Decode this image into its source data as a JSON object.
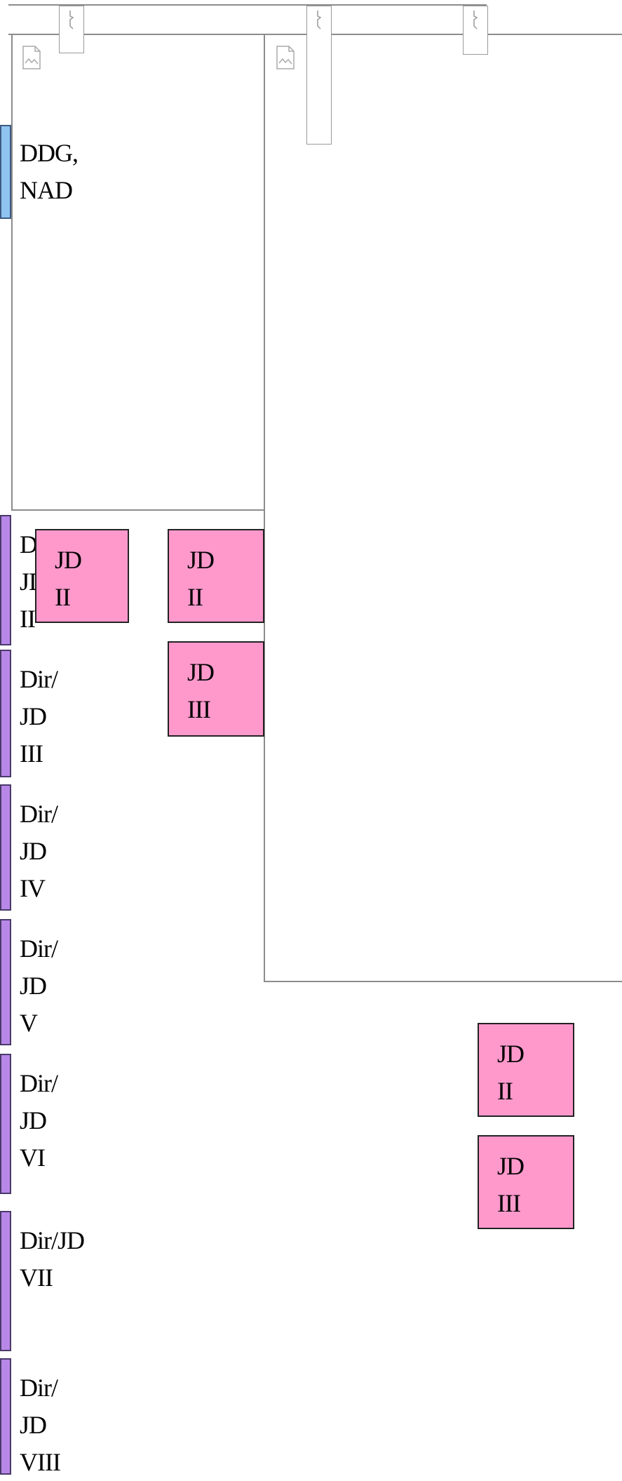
{
  "nodes": {
    "top": "DDG,\nNAD",
    "dir_jd_ii": "Dir/\nJD\nII",
    "dir_jd_iii": "Dir/\nJD\nIII",
    "dir_jd_iv": "Dir/\nJD\nIV",
    "dir_jd_v": "Dir/\nJD\nV",
    "dir_jd_vi": "Dir/\nJD\nVI",
    "dir_jd_vii": "Dir/JD\nVII",
    "dir_jd_viii": "Dir/\nJD\nVIII"
  },
  "boxes": {
    "a": "JD\nII",
    "b": "JD\nII",
    "c": "JD\nIII",
    "d": "JD\nII",
    "e": "JD\nIII"
  },
  "colors": {
    "accent_blue": "#8fc4f0",
    "accent_purple": "#b888e8",
    "box_pink": "#ff99cc",
    "line_gray": "#8c8c8c"
  },
  "icons": [
    "image-placeholder-icon",
    "tab-marker-icon"
  ]
}
